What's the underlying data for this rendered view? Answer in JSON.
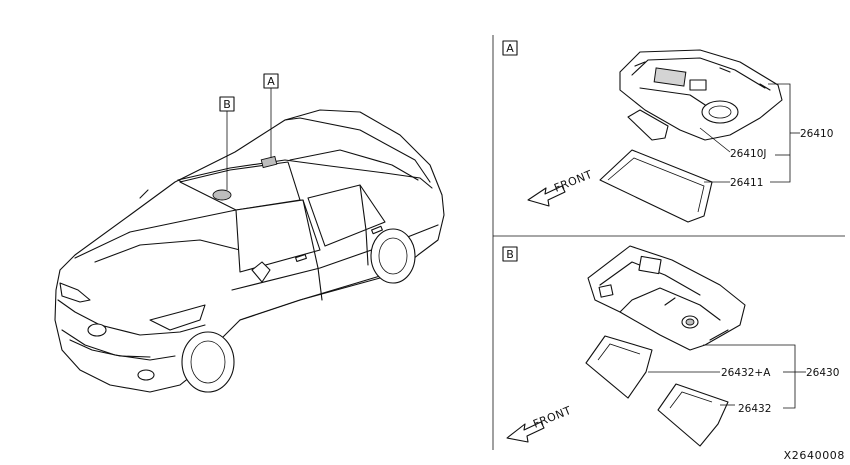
{
  "callouts": {
    "a": "A",
    "b": "B"
  },
  "panel_a": {
    "label": "A",
    "front": "FRONT",
    "parts": {
      "assembly": "26410",
      "lens_sub": "26410J",
      "lens": "26411"
    }
  },
  "panel_b": {
    "label": "B",
    "front": "FRONT",
    "parts": {
      "assembly": "26430",
      "lamp_a": "26432+A",
      "lamp": "26432"
    }
  },
  "reference_code": "X2640008"
}
